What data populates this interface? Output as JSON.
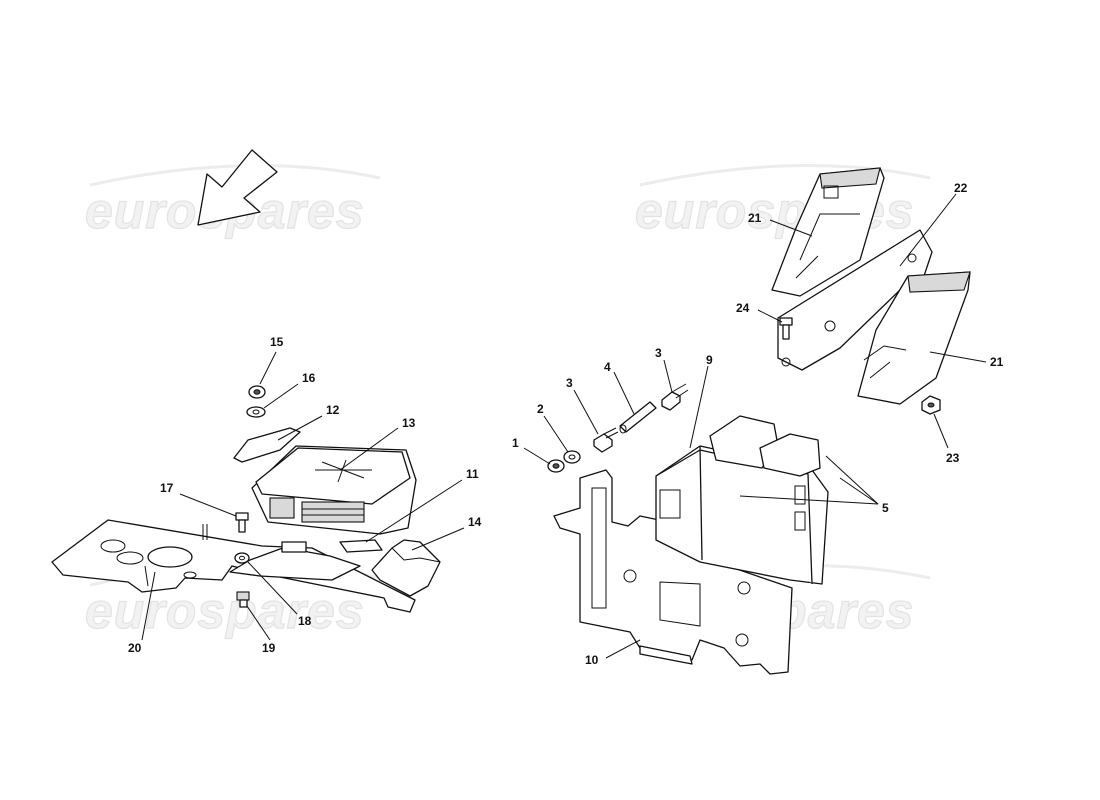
{
  "watermark": {
    "text": "eurospares"
  },
  "callouts": [
    {
      "id": "c1",
      "text": "1"
    },
    {
      "id": "c2",
      "text": "2"
    },
    {
      "id": "c3a",
      "text": "3"
    },
    {
      "id": "c3b",
      "text": "3"
    },
    {
      "id": "c4",
      "text": "4"
    },
    {
      "id": "c5",
      "text": "5"
    },
    {
      "id": "c9",
      "text": "9"
    },
    {
      "id": "c10",
      "text": "10"
    },
    {
      "id": "c11",
      "text": "11"
    },
    {
      "id": "c12",
      "text": "12"
    },
    {
      "id": "c13",
      "text": "13"
    },
    {
      "id": "c14",
      "text": "14"
    },
    {
      "id": "c15",
      "text": "15"
    },
    {
      "id": "c16",
      "text": "16"
    },
    {
      "id": "c17",
      "text": "17"
    },
    {
      "id": "c18",
      "text": "18"
    },
    {
      "id": "c19",
      "text": "19"
    },
    {
      "id": "c20",
      "text": "20"
    },
    {
      "id": "c21a",
      "text": "21"
    },
    {
      "id": "c21b",
      "text": "21"
    },
    {
      "id": "c22",
      "text": "22"
    },
    {
      "id": "c23",
      "text": "23"
    },
    {
      "id": "c24",
      "text": "24"
    }
  ]
}
